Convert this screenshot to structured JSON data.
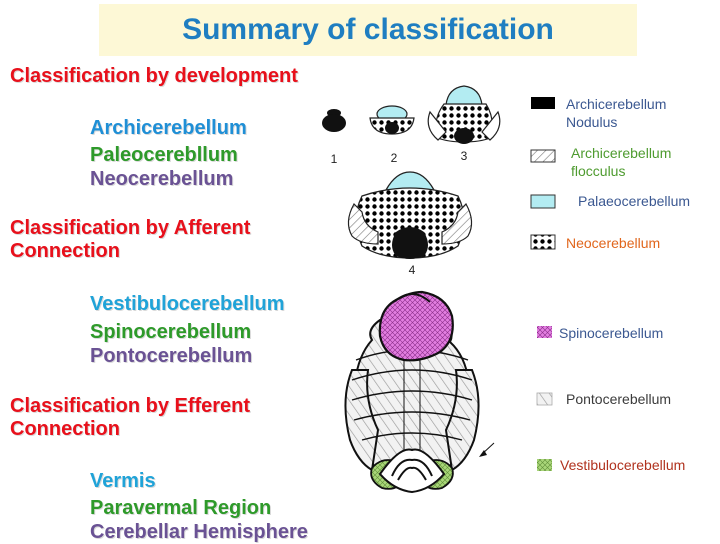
{
  "title": "Summary of classification",
  "sections": [
    {
      "heading": "Classification by development",
      "items": [
        "Archicerebellum",
        "Paleocerebllum",
        "Neocerebellum"
      ]
    },
    {
      "heading": "Classification by Afferent Connection",
      "items": [
        "Vestibulocerebellum",
        "Spinocerebellum",
        "Pontocerebellum"
      ]
    },
    {
      "heading": "Classification by Efferent Connection",
      "items": [
        "Vermis",
        "Paravermal Region",
        "Cerebellar Hemisphere"
      ]
    }
  ],
  "figure_stage_labels": [
    "1",
    "2",
    "3",
    "4"
  ],
  "legend_top": [
    {
      "label": "Archicerebellum Nodulus",
      "swatch": "solid-black"
    },
    {
      "label": "Archicerebellum flocculus",
      "swatch": "hatched"
    },
    {
      "label": "Palaeocerebellum",
      "swatch": "light-blue"
    },
    {
      "label": "Neocerebellum",
      "swatch": "dotted"
    }
  ],
  "legend_bottom": [
    {
      "label": "Spinocerebellum",
      "swatch": "magenta-cross"
    },
    {
      "label": "Pontocerebellum",
      "swatch": "grey-hatched"
    },
    {
      "label": "Vestibulocerebellum",
      "swatch": "green-cross"
    }
  ],
  "colors": {
    "title": "#1f7ec1",
    "heading": "#e8101b",
    "blue_item": "#1f8fd6",
    "green_item": "#2e9a2a",
    "purple_item": "#6a5294",
    "palaeo": "#b3ecf2",
    "spino": "#e27ee0",
    "vestibulo": "#9ccf6a"
  }
}
